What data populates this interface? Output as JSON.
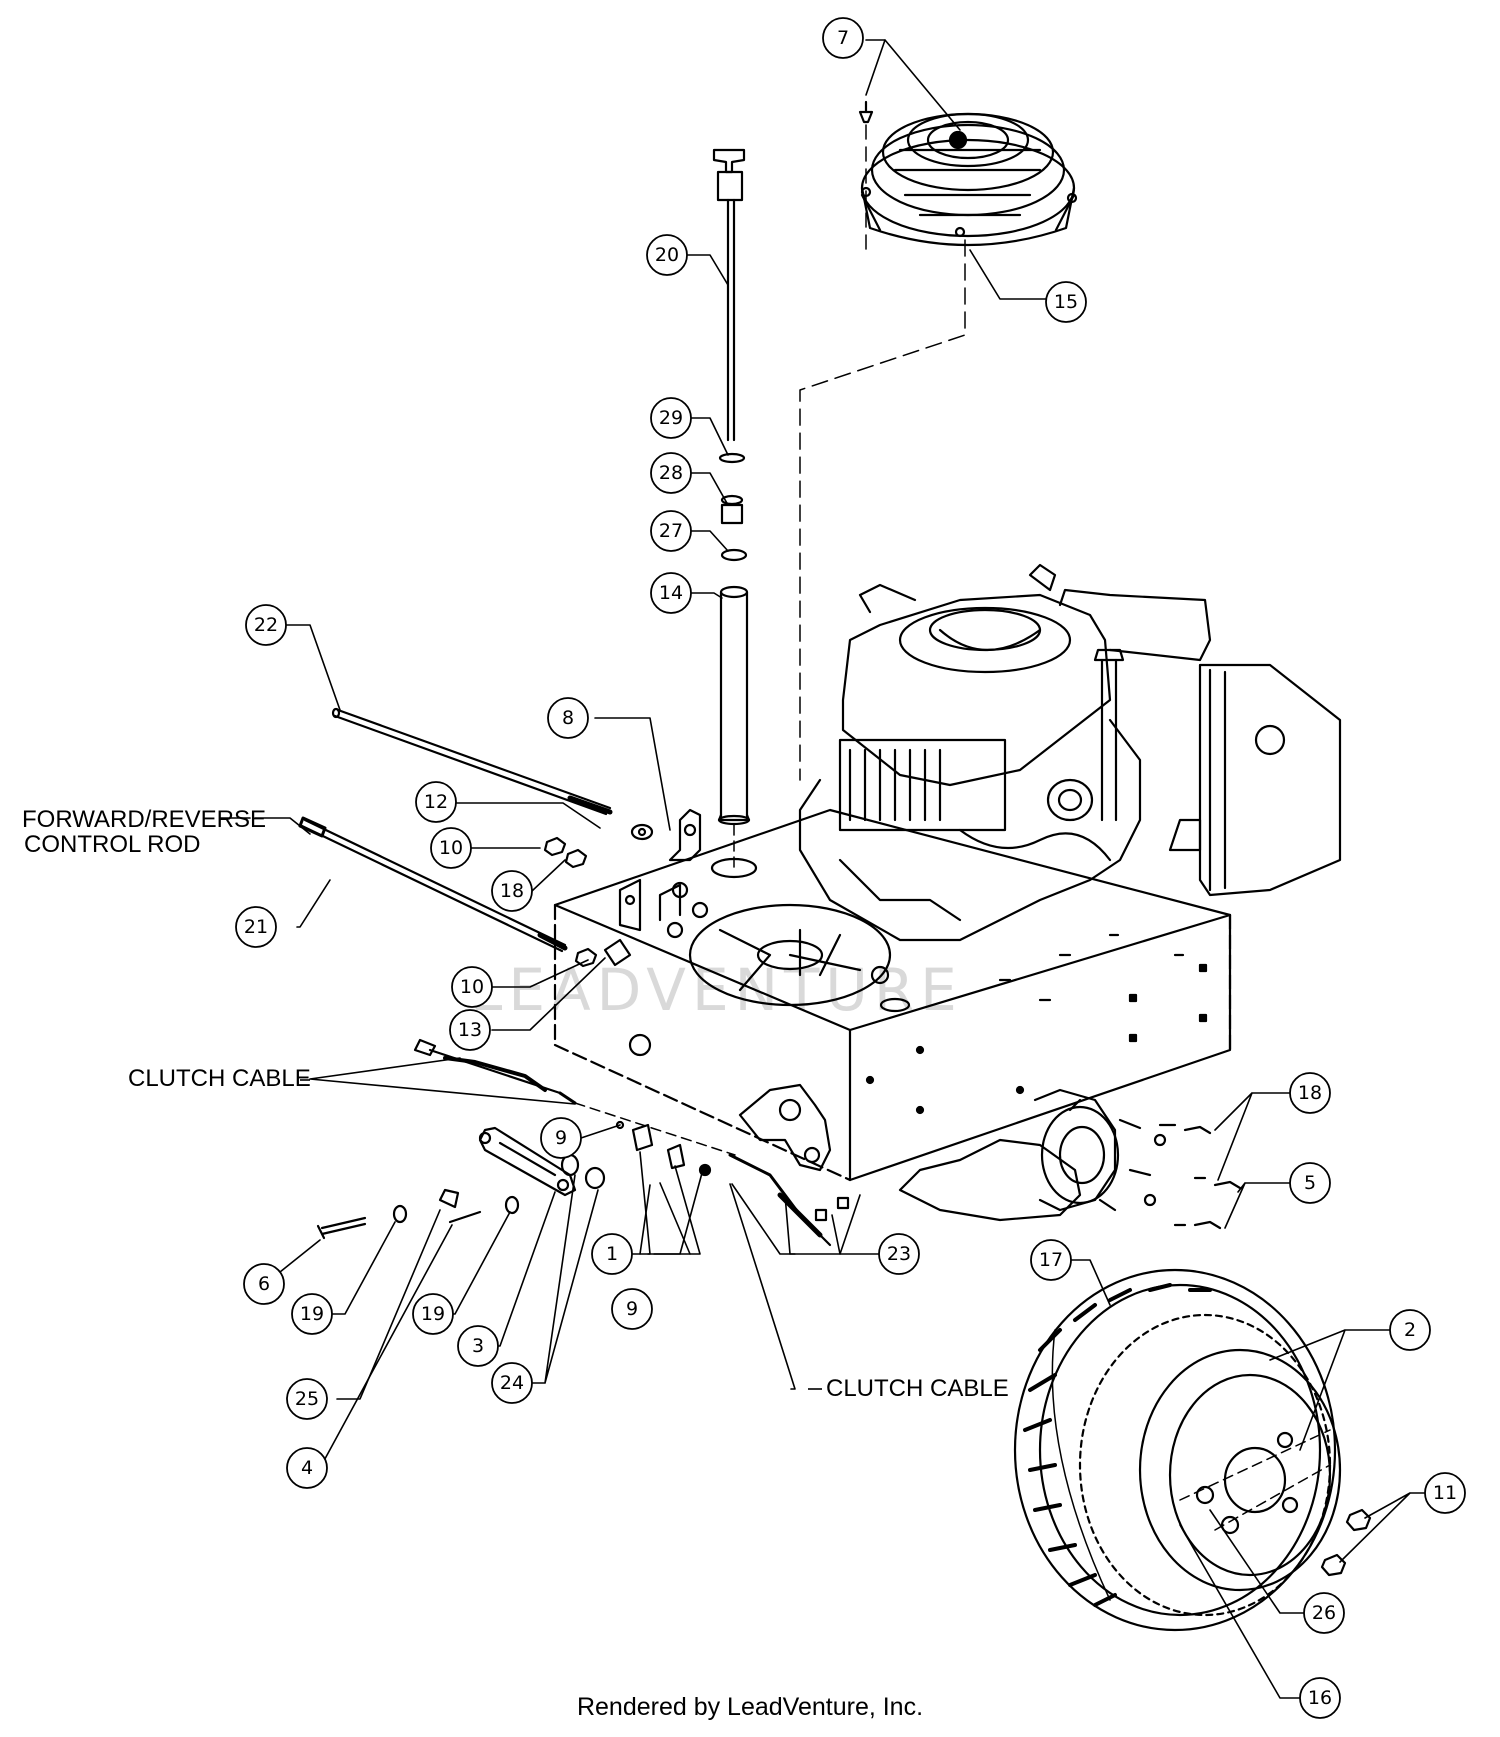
{
  "callouts": {
    "c1": "1",
    "c2": "2",
    "c3": "3",
    "c4": "4",
    "c5": "5",
    "c6": "6",
    "c7": "7",
    "c8": "8",
    "c9a": "9",
    "c9b": "9",
    "c10a": "10",
    "c10b": "10",
    "c11": "11",
    "c12": "12",
    "c13": "13",
    "c14": "14",
    "c15": "15",
    "c16": "16",
    "c17": "17",
    "c18a": "18",
    "c18b": "18",
    "c19a": "19",
    "c19b": "19",
    "c20": "20",
    "c21": "21",
    "c22": "22",
    "c23": "23",
    "c24": "24",
    "c25": "25",
    "c26": "26",
    "c27": "27",
    "c28": "28",
    "c29": "29"
  },
  "labels": {
    "forward_reverse_line1": "FORWARD/REVERSE",
    "forward_reverse_line2": "CONTROL ROD",
    "clutch_cable_upper": "CLUTCH CABLE",
    "clutch_cable_lower": "CLUTCH CABLE"
  },
  "watermark": "LEADVENTURE",
  "caption": "Rendered by LeadVenture, Inc."
}
